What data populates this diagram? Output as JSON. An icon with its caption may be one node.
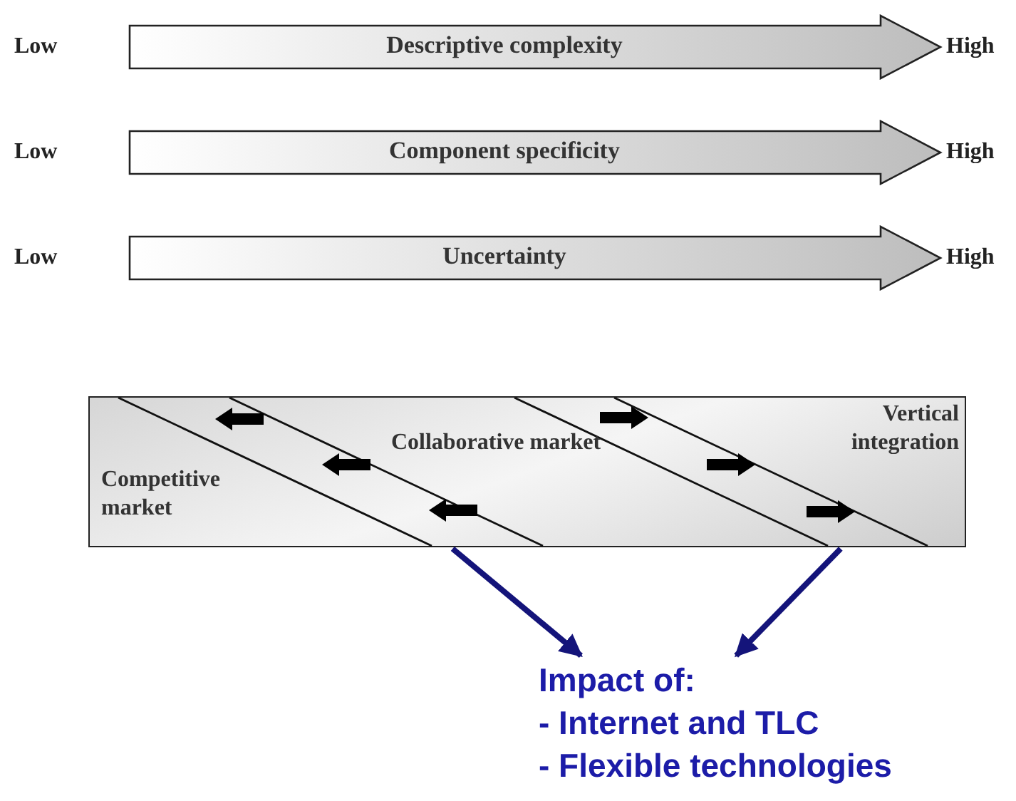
{
  "diagram": {
    "nodes": [
      {
        "text": [
          "Descriptive complexity"
        ],
        "beside": [
          "Low",
          "High"
        ]
      },
      {
        "text": [
          "Component specificity"
        ],
        "beside": [
          "Low",
          "High"
        ]
      },
      {
        "text": [
          "Uncertainty"
        ],
        "beside": [
          "Low",
          "High"
        ]
      },
      {
        "text": [],
        "shape": "box"
      },
      {
        "text": [
          "Competitive market"
        ],
        "in": 3
      },
      {
        "text": [
          "Collaborative market"
        ],
        "in": 3
      },
      {
        "text": [
          "Vertical integration"
        ],
        "in": 3
      },
      {
        "text": [
          "Impact of:",
          "- Internet and TLC",
          "- Flexible technologies"
        ]
      }
    ],
    "edges": [
      {
        "from": 3,
        "to": 7,
        "arrow": "to"
      },
      {
        "from": 3,
        "to": 7,
        "arrow": "to"
      }
    ]
  }
}
